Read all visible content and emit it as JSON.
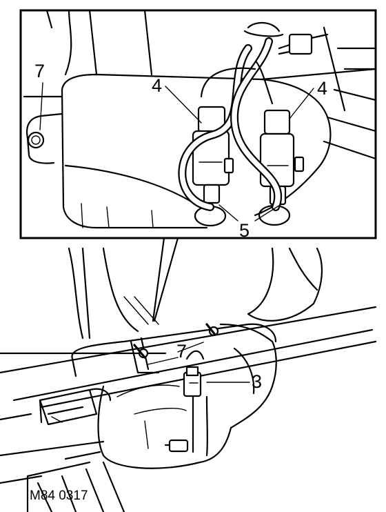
{
  "figure_ref": "M84 0317",
  "callouts": {
    "washer_reservoir": "3",
    "pump_left": "4",
    "pump_right": "4",
    "hose_left": "5",
    "bolt_inset": "7",
    "bolts_lower": "7"
  }
}
